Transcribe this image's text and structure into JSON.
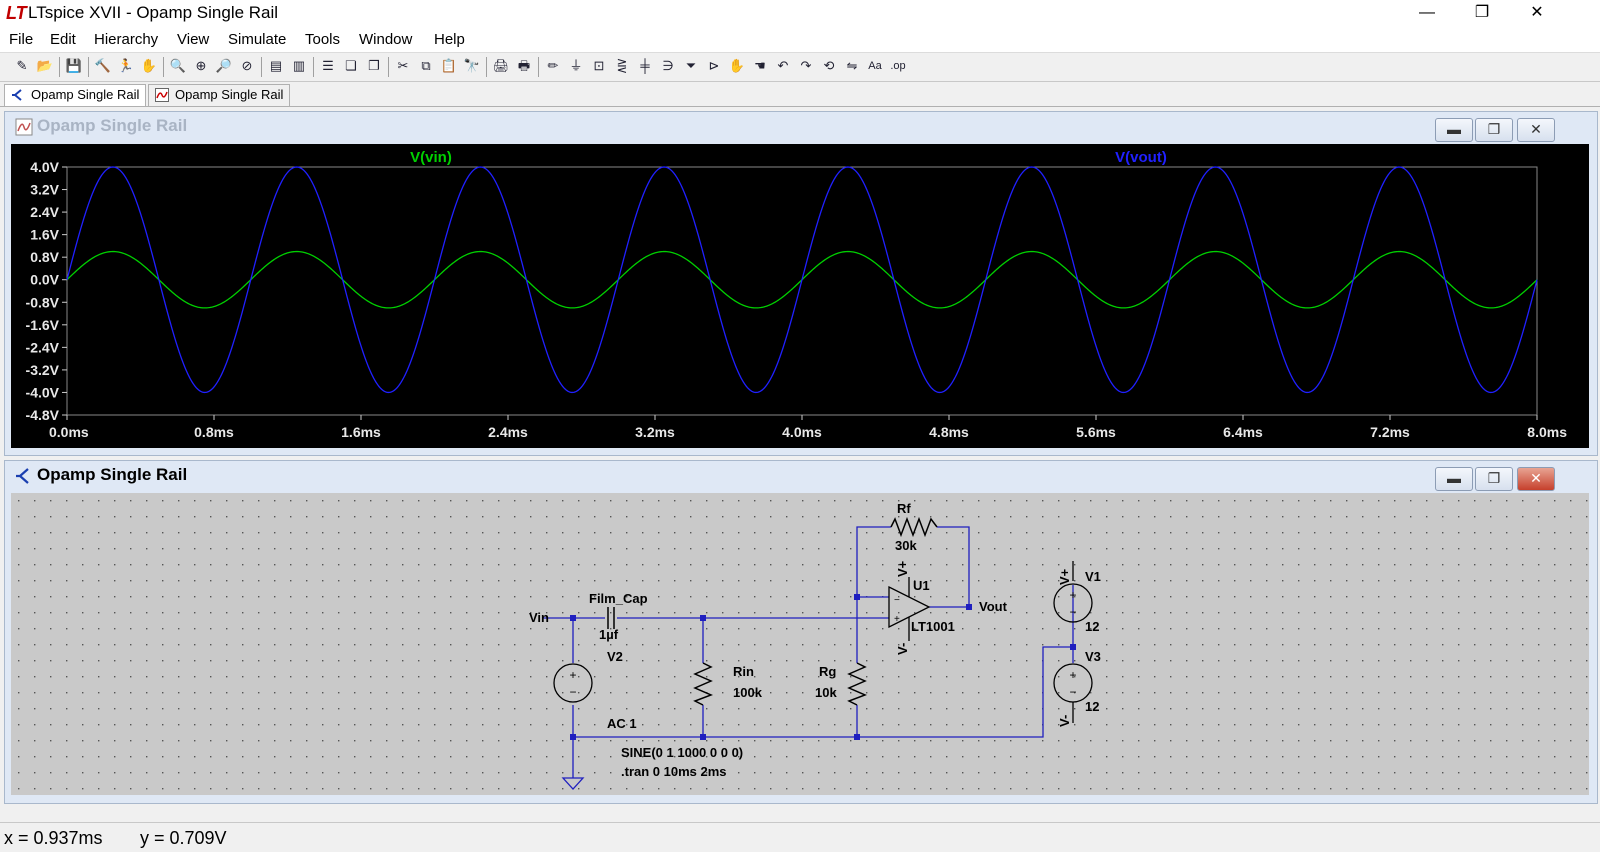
{
  "window": {
    "logo_text": "LT",
    "title": "LTspice XVII - Opamp Single Rail",
    "controls": {
      "minimize": "—",
      "maximize": "❐",
      "close": "✕"
    }
  },
  "menu": [
    "File",
    "Edit",
    "Hierarchy",
    "View",
    "Simulate",
    "Tools",
    "Window",
    "Help"
  ],
  "toolbar": {
    "buttons": [
      {
        "name": "new-schematic-icon",
        "glyph": "✎"
      },
      {
        "name": "open-icon",
        "glyph": "📂"
      },
      {
        "name": "save-icon",
        "glyph": "💾"
      },
      {
        "name": "control-panel-icon",
        "glyph": "🔨"
      },
      {
        "name": "run-icon",
        "glyph": "🏃"
      },
      {
        "name": "halt-icon",
        "glyph": "✋"
      },
      {
        "name": "zoom-in-icon",
        "glyph": "🔍"
      },
      {
        "name": "pan-icon",
        "glyph": "⊕"
      },
      {
        "name": "zoom-out-icon",
        "glyph": "🔎"
      },
      {
        "name": "zoom-fit-icon",
        "glyph": "⊘"
      },
      {
        "name": "autorange-icon",
        "glyph": "▤"
      },
      {
        "name": "delete-plot-icon",
        "glyph": "▥"
      },
      {
        "name": "tile-horizontal-icon",
        "glyph": "☰"
      },
      {
        "name": "cascade-icon",
        "glyph": "❏"
      },
      {
        "name": "tile-vertical-icon",
        "glyph": "❐"
      },
      {
        "name": "cut-icon",
        "glyph": "✂"
      },
      {
        "name": "copy-icon",
        "glyph": "⧉"
      },
      {
        "name": "paste-icon",
        "glyph": "📋"
      },
      {
        "name": "find-icon",
        "glyph": "🔭"
      },
      {
        "name": "print-preview-icon",
        "glyph": "🖨"
      },
      {
        "name": "print-icon",
        "glyph": "🖶"
      },
      {
        "name": "draw-wire-icon",
        "glyph": "✏"
      },
      {
        "name": "ground-icon",
        "glyph": "⏚"
      },
      {
        "name": "label-net-icon",
        "glyph": "⊡"
      },
      {
        "name": "resistor-icon",
        "glyph": "⋛"
      },
      {
        "name": "capacitor-icon",
        "glyph": "╪"
      },
      {
        "name": "inductor-icon",
        "glyph": "∋"
      },
      {
        "name": "diode-icon",
        "glyph": "⏷"
      },
      {
        "name": "component-icon",
        "glyph": "⊳"
      },
      {
        "name": "move-icon",
        "glyph": "✋"
      },
      {
        "name": "drag-icon",
        "glyph": "☚"
      },
      {
        "name": "undo-icon",
        "glyph": "↶"
      },
      {
        "name": "redo-icon",
        "glyph": "↷"
      },
      {
        "name": "rotate-icon",
        "glyph": "⟲"
      },
      {
        "name": "mirror-icon",
        "glyph": "⇋"
      },
      {
        "name": "text-icon",
        "glyph": "Aa"
      },
      {
        "name": "spice-directive-icon",
        "glyph": ".op"
      }
    ]
  },
  "tabs": [
    {
      "label": "Opamp Single Rail",
      "kind": "schematic",
      "active": true
    },
    {
      "label": "Opamp Single Rail",
      "kind": "waveform",
      "active": false
    }
  ],
  "plot_window": {
    "title": "Opamp Single Rail",
    "buttons": {
      "minimize": "▬",
      "restore": "❐",
      "close": "✕"
    }
  },
  "schematic_window": {
    "title": "Opamp Single Rail",
    "buttons": {
      "minimize": "▬",
      "restore": "❐",
      "close": "✕"
    }
  },
  "chart_data": {
    "type": "line",
    "title": "",
    "xlabel": "",
    "ylabel": "",
    "xlim": [
      0,
      8.0
    ],
    "ylim": [
      -4.8,
      4.0
    ],
    "x_ticks": [
      "0.0ms",
      "0.8ms",
      "1.6ms",
      "2.4ms",
      "3.2ms",
      "4.0ms",
      "4.8ms",
      "5.6ms",
      "6.4ms",
      "7.2ms",
      "8.0ms"
    ],
    "y_ticks": [
      "4.0V",
      "3.2V",
      "2.4V",
      "1.6V",
      "0.8V",
      "0.0V",
      "-0.8V",
      "-1.6V",
      "-2.4V",
      "-3.2V",
      "-4.0V",
      "-4.8V"
    ],
    "grid": false,
    "background": "#000000",
    "series": [
      {
        "name": "V(vin)",
        "color": "#00d000",
        "amplitude": 1.0,
        "frequency_khz": 1.0,
        "x_unit": "ms",
        "y_unit": "V"
      },
      {
        "name": "V(vout)",
        "color": "#2020ff",
        "amplitude": 4.0,
        "frequency_khz": 1.0,
        "x_unit": "ms",
        "y_unit": "V"
      }
    ]
  },
  "schematic": {
    "labels": {
      "vin": "Vin",
      "vout": "Vout",
      "cap_name": "Film_Cap",
      "cap_value": "1µf",
      "v2_name": "V2",
      "v2_ac": "AC 1",
      "v2_sine": "SINE(0 1 1000 0 0 0)",
      "tran": ".tran 0 10ms 2ms",
      "rin_name": "Rin",
      "rin_value": "100k",
      "rg_name": "Rg",
      "rg_value": "10k",
      "rf_name": "Rf",
      "rf_value": "30k",
      "u1_name": "U1",
      "u1_model": "LT1001",
      "vplus": "V+",
      "vminus": "V-",
      "v1_name": "V1",
      "v1_value": "12",
      "v3_name": "V3",
      "v3_value": "12",
      "plus": "+",
      "minus": "−"
    }
  },
  "status": {
    "x": "x = 0.937ms",
    "y": "y = 0.709V"
  }
}
